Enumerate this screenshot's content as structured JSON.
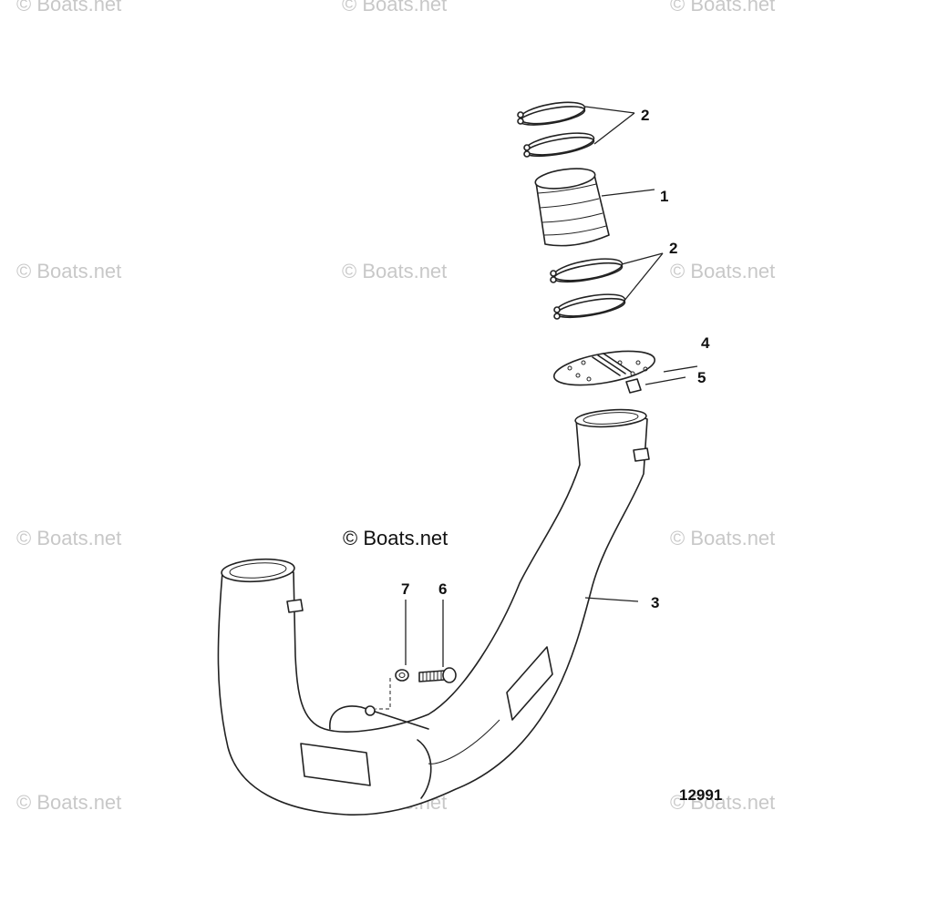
{
  "watermarks": {
    "top_left": "© Boats.net",
    "top_center": "© Boats.net",
    "top_right": "© Boats.net",
    "mid_left": "© Boats.net",
    "mid_center": "© Boats.net",
    "mid_right": "© Boats.net",
    "low_left": "© Boats.net",
    "low_right": "© Boats.net",
    "bottom_left": "© Boats.net",
    "bottom_center": "© Boats.net",
    "bottom_right": "© Boats.net"
  },
  "center_watermark": "© Boats.net",
  "drawing_number": "12991",
  "callouts": {
    "clamps_upper": "2",
    "sleeve": "1",
    "clamps_lower": "2",
    "gasket": "4",
    "plug": "5",
    "exhaust_pipe": "3",
    "washer": "7",
    "screw": "6"
  }
}
